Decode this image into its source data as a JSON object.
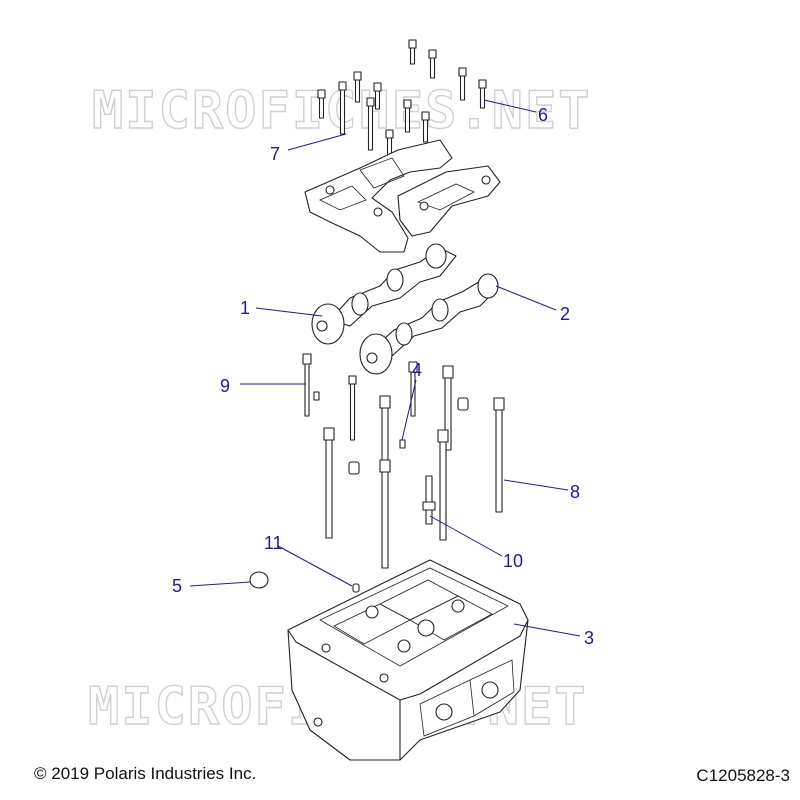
{
  "watermark": "MICROFICHES.NET",
  "callouts": [
    "1",
    "2",
    "3",
    "4",
    "5",
    "6",
    "7",
    "8",
    "9",
    "10",
    "11"
  ],
  "footer": {
    "copyright": "© 2019 Polaris Industries Inc.",
    "figure_id": "C1205828-3"
  },
  "colors": {
    "callout": "#1a1aa6",
    "line_art": "#222222",
    "watermark": "#d0d0d0"
  }
}
